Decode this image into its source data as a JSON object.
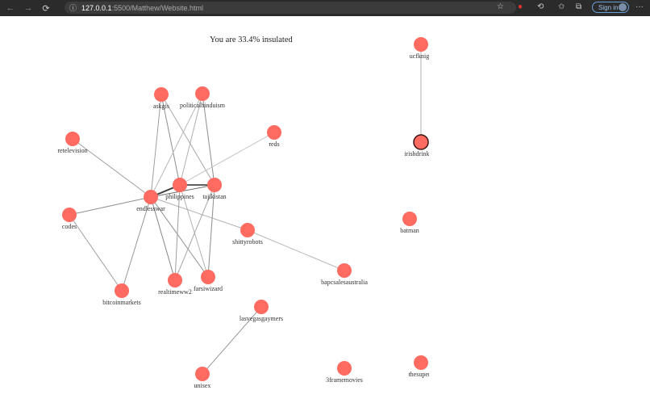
{
  "browser": {
    "url_host": "127.0.0.1",
    "url_path": ":5500/Matthew/Website.html",
    "sign_in_label": "Sign in",
    "more_label": "···"
  },
  "page": {
    "insulation_text": "You are 33.4% insulated"
  },
  "graph": {
    "node_color": "#ff6b61",
    "selected_node": "irishdrinking",
    "nodes": [
      {
        "id": "askgis",
        "label": "askgis"
      },
      {
        "id": "politicalhinduism",
        "label": "politicalhinduism"
      },
      {
        "id": "retelevision",
        "label": "retelevision"
      },
      {
        "id": "reds",
        "label": "reds"
      },
      {
        "id": "philippines",
        "label": "philippines"
      },
      {
        "id": "tajikistan",
        "label": "tajikistan"
      },
      {
        "id": "endlesswar",
        "label": "endlesswar"
      },
      {
        "id": "codes",
        "label": "codes"
      },
      {
        "id": "shittyrobots",
        "label": "shittyrobots"
      },
      {
        "id": "bapcsalesaustralia",
        "label": "bapcsalesaustralia"
      },
      {
        "id": "realtimeww2",
        "label": "realtimeww2"
      },
      {
        "id": "farsiwizard",
        "label": "farsiwizard"
      },
      {
        "id": "bitcoinmarkets",
        "label": "bitcoinmarkets"
      },
      {
        "id": "lasvegasgaymers",
        "label": "lasvegasgaymers"
      },
      {
        "id": "unisex",
        "label": "unisex"
      },
      {
        "id": "3framemovies",
        "label": "3framemovies"
      },
      {
        "id": "ucfknigh",
        "label": "ucfknigh"
      },
      {
        "id": "irishdrinking",
        "label": "irishdrinking"
      },
      {
        "id": "batman",
        "label": "batman"
      },
      {
        "id": "thesuperb",
        "label": "thesuperb"
      }
    ],
    "links": [
      {
        "source": "askgis",
        "target": "endlesswar",
        "strength": 0.3
      },
      {
        "source": "askgis",
        "target": "philippines",
        "strength": 0.4
      },
      {
        "source": "askgis",
        "target": "tajikistan",
        "strength": 0.25
      },
      {
        "source": "politicalhinduism",
        "target": "endlesswar",
        "strength": 0.15
      },
      {
        "source": "politicalhinduism",
        "target": "philippines",
        "strength": 0.2
      },
      {
        "source": "politicalhinduism",
        "target": "tajikistan",
        "strength": 0.4
      },
      {
        "source": "retelevision",
        "target": "endlesswar",
        "strength": 0.3
      },
      {
        "source": "reds",
        "target": "philippines",
        "strength": 0.1
      },
      {
        "source": "endlesswar",
        "target": "philippines",
        "strength": 0.9
      },
      {
        "source": "philippines",
        "target": "tajikistan",
        "strength": 0.8
      },
      {
        "source": "endlesswar",
        "target": "tajikistan",
        "strength": 0.6
      },
      {
        "source": "codes",
        "target": "endlesswar",
        "strength": 0.4
      },
      {
        "source": "codes",
        "target": "bitcoinmarkets",
        "strength": 0.3
      },
      {
        "source": "endlesswar",
        "target": "bitcoinmarkets",
        "strength": 0.35
      },
      {
        "source": "endlesswar",
        "target": "shittyrobots",
        "strength": 0.2
      },
      {
        "source": "shittyrobots",
        "target": "bapcsalesaustralia",
        "strength": 0.15
      },
      {
        "source": "endlesswar",
        "target": "realtimeww2",
        "strength": 0.45
      },
      {
        "source": "endlesswar",
        "target": "farsiwizard",
        "strength": 0.4
      },
      {
        "source": "philippines",
        "target": "realtimeww2",
        "strength": 0.3
      },
      {
        "source": "philippines",
        "target": "farsiwizard",
        "strength": 0.2
      },
      {
        "source": "tajikistan",
        "target": "realtimeww2",
        "strength": 0.25
      },
      {
        "source": "tajikistan",
        "target": "farsiwizard",
        "strength": 0.4
      },
      {
        "source": "lasvegasgaymers",
        "target": "unisex",
        "strength": 0.35
      },
      {
        "source": "ucfknigh",
        "target": "irishdrinking",
        "strength": 0.2
      }
    ]
  }
}
